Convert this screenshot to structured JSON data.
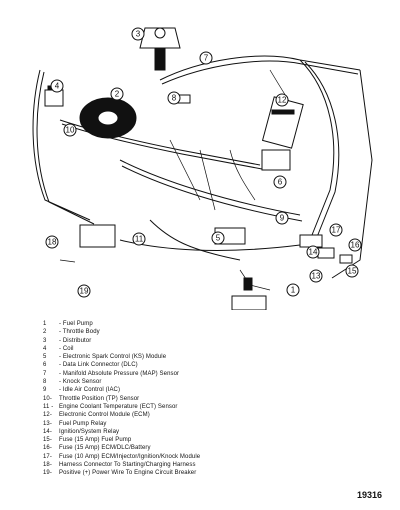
{
  "callouts": [
    "1",
    "2",
    "3",
    "4",
    "5",
    "6",
    "7",
    "8",
    "9",
    "10",
    "11",
    "12",
    "13",
    "14",
    "15",
    "16",
    "17",
    "18",
    "19"
  ],
  "legend": [
    {
      "num": "1",
      "text": "- Fuel Pump"
    },
    {
      "num": "2",
      "text": "- Throttle Body"
    },
    {
      "num": "3",
      "text": "- Distributor"
    },
    {
      "num": "4",
      "text": "- Coil"
    },
    {
      "num": "5",
      "text": "- Electronic Spark Control (KS) Module"
    },
    {
      "num": "6",
      "text": "- Data Link Connector (DLC)"
    },
    {
      "num": "7",
      "text": "- Manifold Absolute Pressure (MAP) Sensor"
    },
    {
      "num": "8",
      "text": "- Knock Sensor"
    },
    {
      "num": "9",
      "text": "- Idle Air Control (IAC)"
    },
    {
      "num": "10-",
      "text": "Throttle Position (TP) Sensor"
    },
    {
      "num": "11 -",
      "text": "Engine Coolant Temperature (ECT) Sensor"
    },
    {
      "num": "12-",
      "text": "Electronic Control Module (ECM)"
    },
    {
      "num": "13-",
      "text": "Fuel Pump Relay"
    },
    {
      "num": "14-",
      "text": "Ignition/System  Relay"
    },
    {
      "num": "15-",
      "text": "Fuse (15 Amp) Fuel Pump"
    },
    {
      "num": "16-",
      "text": "Fuse (15 Amp) ECM/DLC/Battery"
    },
    {
      "num": "17-",
      "text": "Fuse (10 Amp) ECM/Injector/Ignition/Knock  Module"
    },
    {
      "num": "18-",
      "text": "Harness Connector To Starting/Charging Harness"
    },
    {
      "num": "19-",
      "text": "Positive (+) Power Wire To Engine Circuit Breaker"
    }
  ],
  "figure_id": "19316"
}
